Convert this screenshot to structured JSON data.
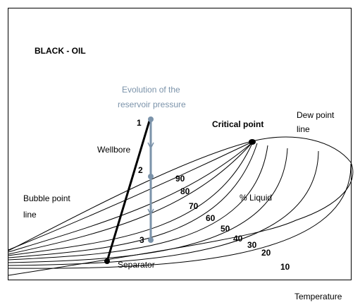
{
  "title": "BLACK - OIL",
  "labels": {
    "evolution_line1": "Evolution of the",
    "evolution_line2": "reservoir pressure",
    "critical_point": "Critical point",
    "dew_line1": "Dew point",
    "dew_line2": "line",
    "bubble_line1": "Bubble point",
    "bubble_line2": "line",
    "wellbore": "Wellbore",
    "separator": "Separator",
    "liquid": "% Liquid",
    "x_axis": "Temperature"
  },
  "pressure_points": [
    "1",
    "2",
    "3"
  ],
  "quality_lines": [
    "90",
    "80",
    "70",
    "60",
    "50",
    "40",
    "30",
    "20",
    "10"
  ],
  "colors": {
    "curves": "#000000",
    "reservoir_path": "#7b93aa",
    "wellbore": "#000000"
  }
}
